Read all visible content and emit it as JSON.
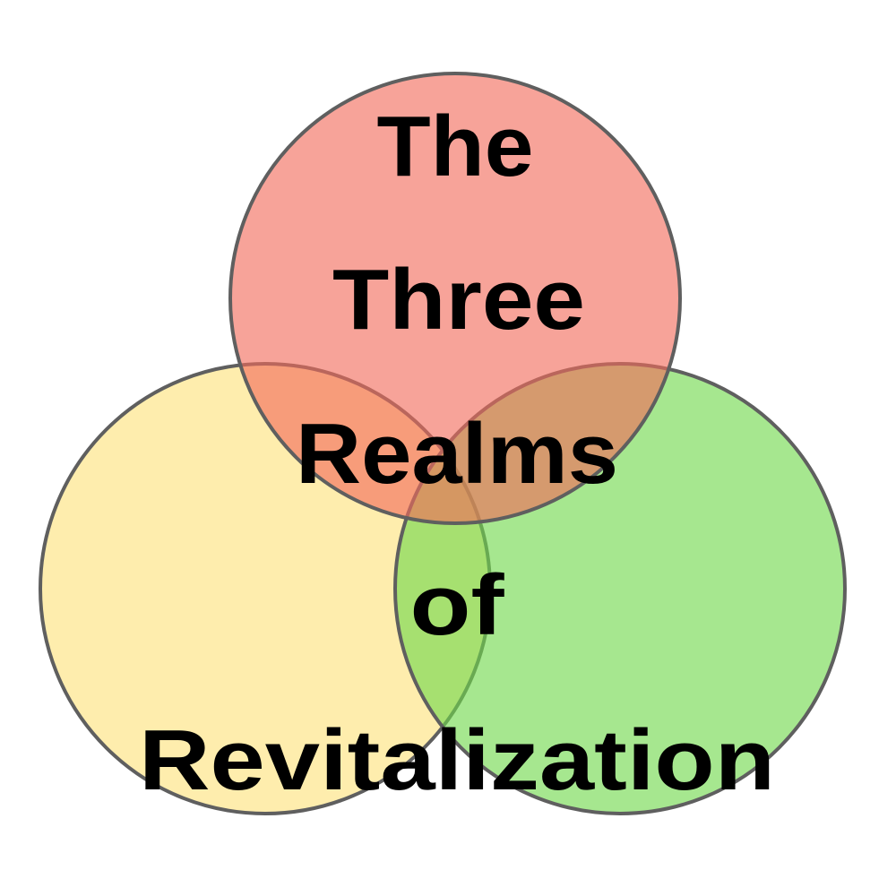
{
  "diagram": {
    "title_lines": [
      "The",
      "Three",
      "Realms",
      "of",
      "Revitalization"
    ],
    "circles": [
      {
        "name": "top-circle",
        "color": "#f26b5b"
      },
      {
        "name": "left-circle",
        "color": "#fde27a"
      },
      {
        "name": "right-circle",
        "color": "#6fd84a"
      }
    ],
    "stroke_color": "#5f5f5f"
  }
}
